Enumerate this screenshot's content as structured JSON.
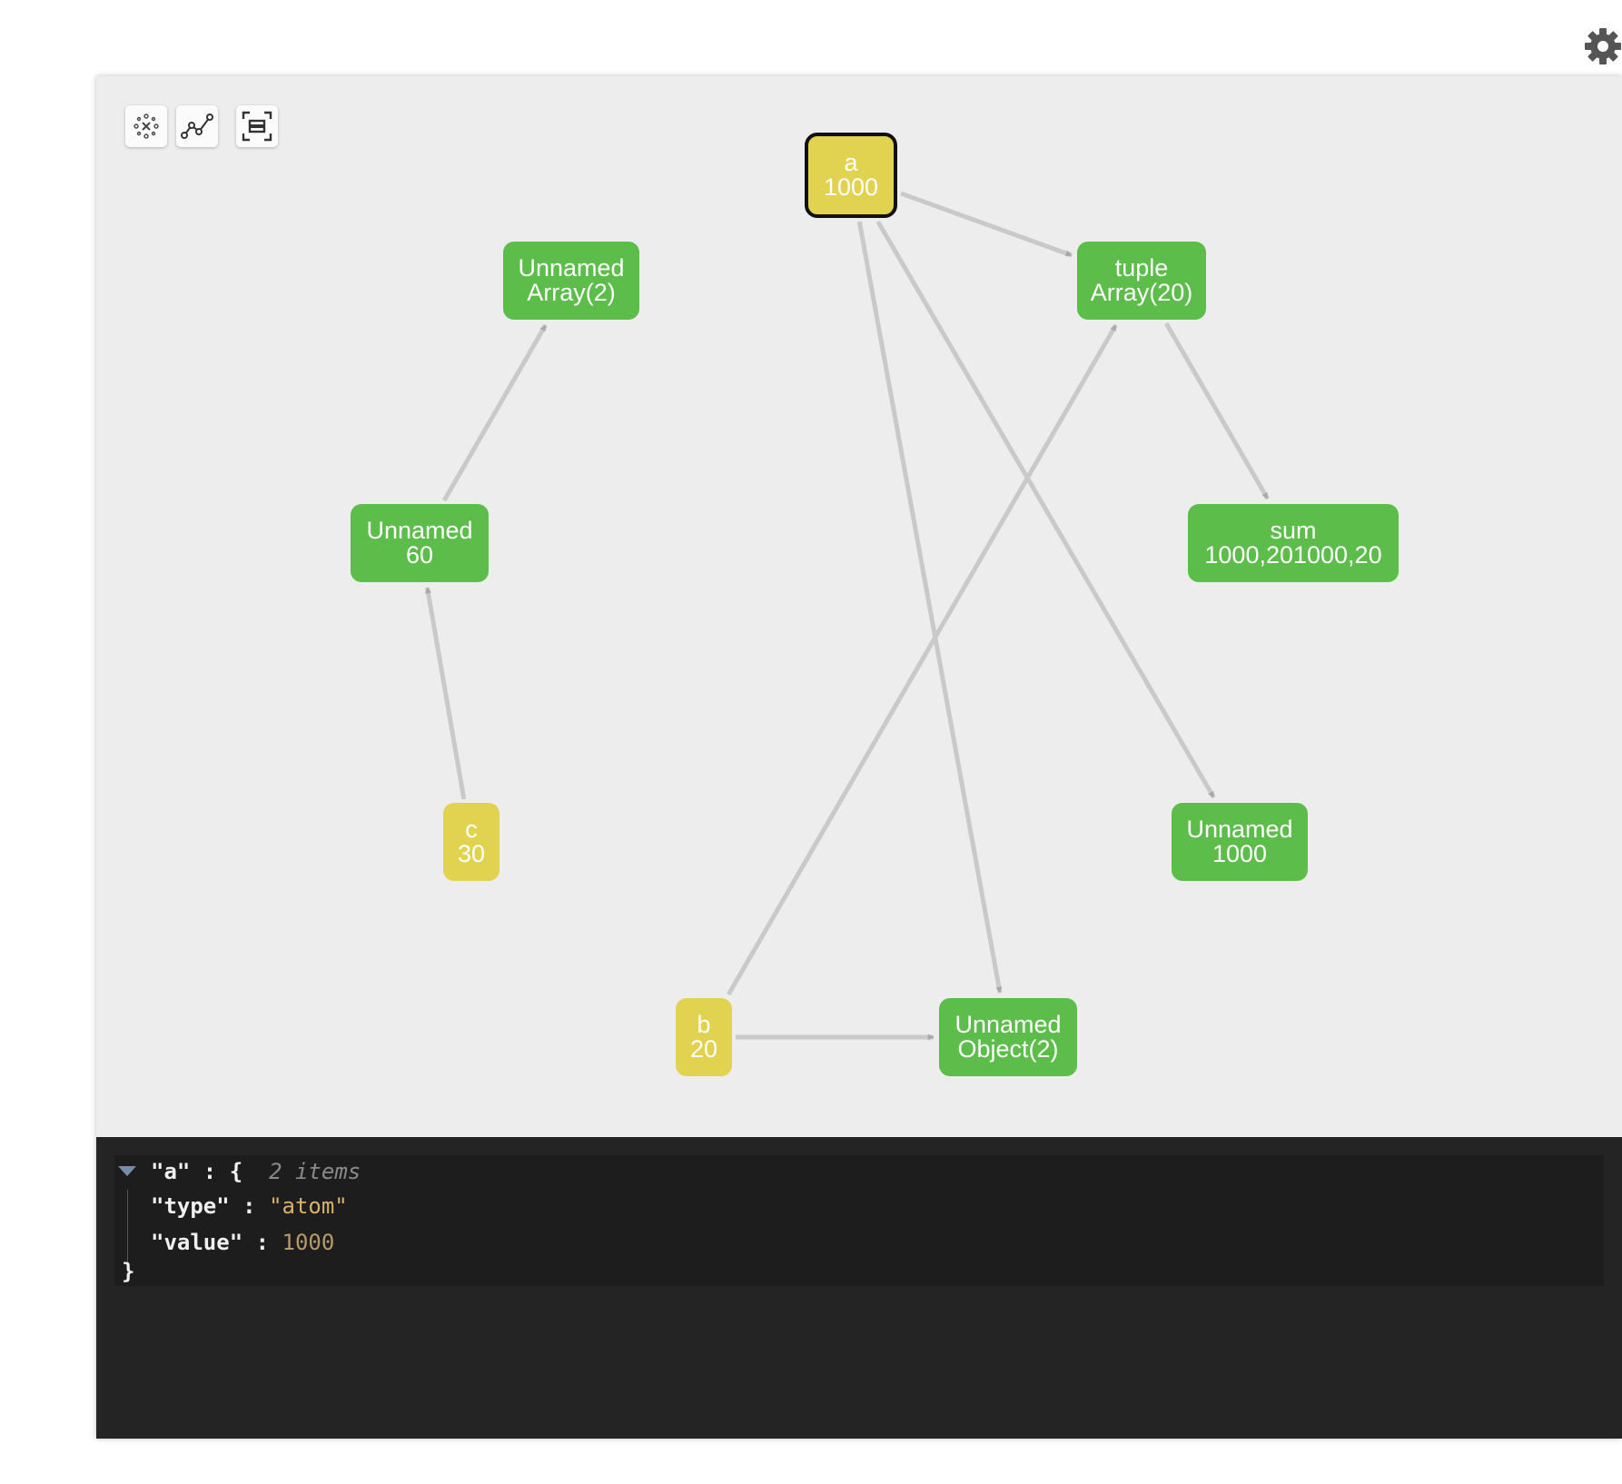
{
  "toolbar": {
    "buttons": [
      {
        "icon": "layout-scatter-icon"
      },
      {
        "icon": "edge-line-icon"
      },
      {
        "icon": "fit-view-icon"
      }
    ]
  },
  "graph": {
    "nodes": {
      "a": {
        "name": "a",
        "value": "1000",
        "color": "#e1d24f"
      },
      "b": {
        "name": "b",
        "value": "20",
        "color": "#e1d24f"
      },
      "c": {
        "name": "c",
        "value": "30",
        "color": "#e1d24f"
      },
      "unnamed_array2": {
        "name": "Unnamed",
        "value": "Array(2)",
        "color": "#5cbd4a"
      },
      "tuple": {
        "name": "tuple",
        "value": "Array(20)",
        "color": "#5cbd4a"
      },
      "unnamed_60": {
        "name": "Unnamed",
        "value": "60",
        "color": "#5cbd4a"
      },
      "sum": {
        "name": "sum",
        "value": "1000,201000,20",
        "color": "#5cbd4a"
      },
      "unnamed_1000": {
        "name": "Unnamed",
        "value": "1000",
        "color": "#5cbd4a"
      },
      "unnamed_object2": {
        "name": "Unnamed",
        "value": "Object(2)",
        "color": "#5cbd4a"
      }
    },
    "edges": [
      {
        "from": "a",
        "to": "tuple"
      },
      {
        "from": "a",
        "to": "unnamed_object2"
      },
      {
        "from": "a",
        "to": "unnamed_1000"
      },
      {
        "from": "tuple",
        "to": "sum"
      },
      {
        "from": "b",
        "to": "tuple"
      },
      {
        "from": "b",
        "to": "unnamed_object2"
      },
      {
        "from": "c",
        "to": "unnamed_60"
      },
      {
        "from": "unnamed_60",
        "to": "unnamed_array2"
      }
    ]
  },
  "inspector": {
    "key": "\"a\"",
    "open_brace": "{",
    "meta": "2 items",
    "fields": [
      {
        "key": "\"type\"",
        "value": "\"atom\""
      },
      {
        "key": "\"value\"",
        "value": "1000"
      }
    ],
    "close_brace": "}"
  }
}
